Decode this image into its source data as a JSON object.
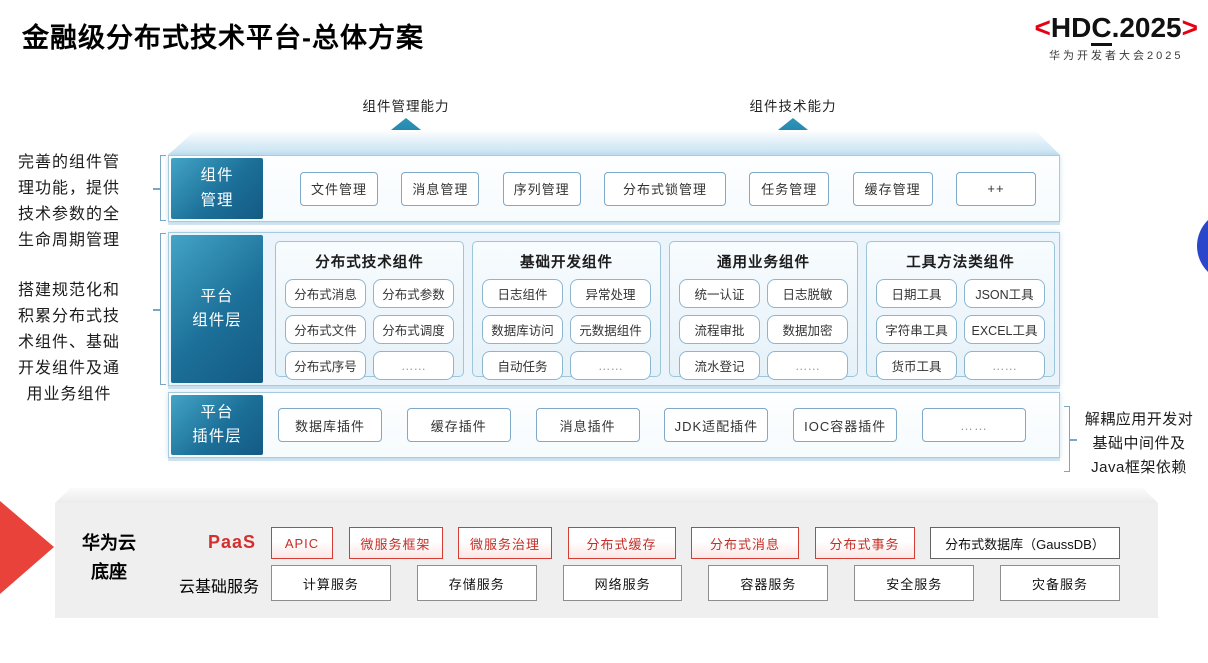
{
  "slide": {
    "title": "金融级分布式技术平台-总体方案"
  },
  "logo": {
    "left_bracket": "<",
    "text_hd": "HD",
    "text_c": "C",
    "text_rest": ".2025",
    "right_bracket": ">",
    "subtitle": "华为开发者大会2025"
  },
  "capability_arrows": [
    {
      "label": "组件管理能力"
    },
    {
      "label": "组件技术能力"
    }
  ],
  "left_notes": [
    {
      "text": "完善的组件管理功能，提供技术参数的全生命周期管理"
    },
    {
      "text": "搭建规范化和积累分布式技术组件、基础开发组件及通用业务组件"
    }
  ],
  "right_note": {
    "text": "解耦应用开发对基础中间件及Java框架依赖"
  },
  "layers": {
    "management": {
      "label": "组件\n管理",
      "items": [
        "文件管理",
        "消息管理",
        "序列管理",
        "分布式锁管理",
        "任务管理",
        "缓存管理",
        "++"
      ]
    },
    "platform_components": {
      "label": "平台\n组件层",
      "groups": [
        {
          "title": "分布式技术组件",
          "items": [
            "分布式消息",
            "分布式参数",
            "分布式文件",
            "分布式调度",
            "分布式序号",
            "……"
          ]
        },
        {
          "title": "基础开发组件",
          "items": [
            "日志组件",
            "异常处理",
            "数据库访问",
            "元数据组件",
            "自动任务",
            "……"
          ]
        },
        {
          "title": "通用业务组件",
          "items": [
            "统一认证",
            "日志脱敏",
            "流程审批",
            "数据加密",
            "流水登记",
            "……"
          ]
        },
        {
          "title": "工具方法类组件",
          "items": [
            "日期工具",
            "JSON工具",
            "字符串工具",
            "EXCEL工具",
            "货币工具",
            "……"
          ]
        }
      ]
    },
    "platform_plugins": {
      "label": "平台\n插件层",
      "items": [
        "数据库插件",
        "缓存插件",
        "消息插件",
        "JDK适配插件",
        "IOC容器插件",
        "……"
      ]
    }
  },
  "foundation": {
    "label": "华为云\n底座",
    "paas": {
      "label": "PaaS",
      "items": [
        "APIC",
        "微服务框架",
        "微服务治理",
        "分布式缓存",
        "分布式消息",
        "分布式事务"
      ],
      "db_item": "分布式数据库（GaussDB）"
    },
    "cloud_services": {
      "label": "云基础服务",
      "items": [
        "计算服务",
        "存储服务",
        "网络服务",
        "容器服务",
        "安全服务",
        "灾备服务"
      ]
    }
  },
  "colors": {
    "layer_label_gradient_start": "#43a4c6",
    "layer_label_gradient_end": "#135a84",
    "arrow_teal": "#1d7ea6",
    "brand_red": "#e9423a",
    "paas_red": "#c62f28",
    "decor_blue_circle": "#2a46cb"
  }
}
